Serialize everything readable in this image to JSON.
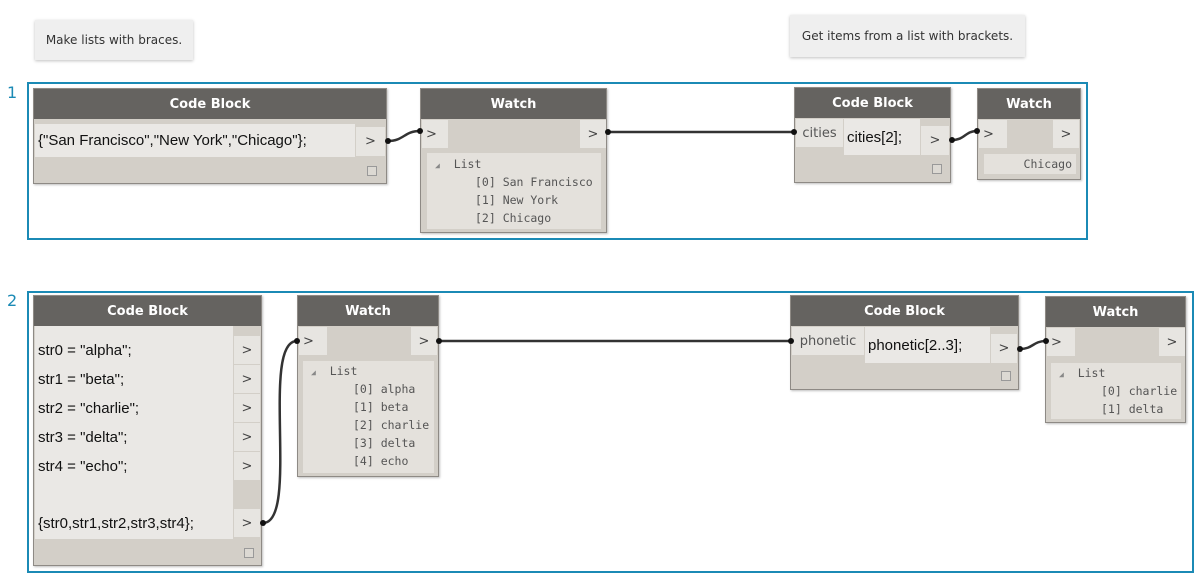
{
  "notes": [
    "Make lists with braces.",
    "Get items from a list with brackets."
  ],
  "groups": [
    "1",
    "2"
  ],
  "port_symbol": ">",
  "group1": {
    "cb1": {
      "title": "Code Block",
      "code": "{\"San Francisco\",\"New York\",\"Chicago\"};"
    },
    "watch1": {
      "title": "Watch",
      "list_label": "List",
      "items": [
        "[0] San Francisco",
        "[1] New York",
        "[2] Chicago"
      ]
    },
    "cb2": {
      "title": "Code Block",
      "input": "cities",
      "code": "cities[2];"
    },
    "watch2": {
      "title": "Watch",
      "value": "Chicago"
    }
  },
  "group2": {
    "cb1": {
      "title": "Code Block",
      "lines": [
        "str0 = \"alpha\";",
        "str1 = \"beta\";",
        "str2 = \"charlie\";",
        "str3 = \"delta\";",
        "str4 = \"echo\";",
        "{str0,str1,str2,str3,str4};"
      ]
    },
    "watch1": {
      "title": "Watch",
      "list_label": "List",
      "items": [
        "[0] alpha",
        "[1] beta",
        "[2] charlie",
        "[3] delta",
        "[4] echo"
      ]
    },
    "cb2": {
      "title": "Code Block",
      "input": "phonetic",
      "code": "phonetic[2..3];"
    },
    "watch2": {
      "title": "Watch",
      "list_label": "List",
      "items": [
        "[0] charlie",
        "[1] delta"
      ]
    }
  },
  "colors": {
    "group_border": "#1b8ab5",
    "node_header": "#656360",
    "node_body": "#d3cfc8"
  }
}
